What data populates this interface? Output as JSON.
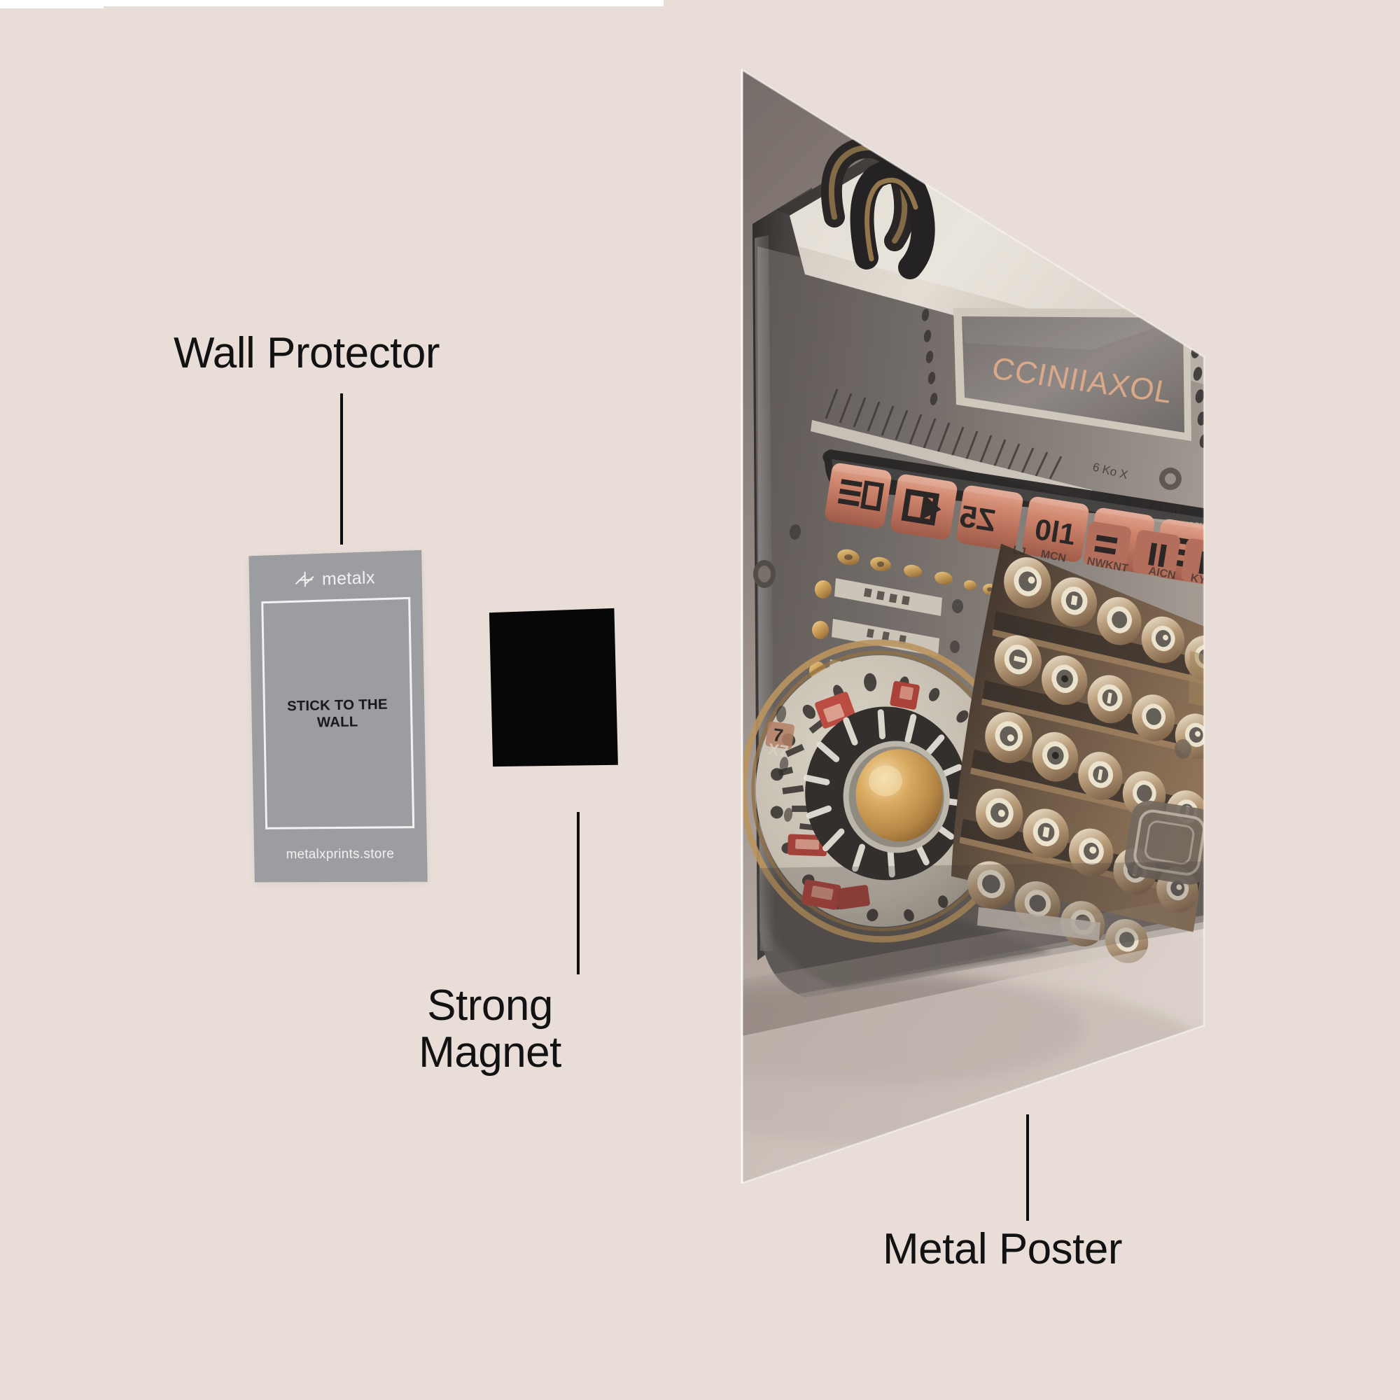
{
  "scene": {
    "background_color": "#e8ded7",
    "label_color": "#121212",
    "leader_line_color": "#0d0d0d"
  },
  "labels": {
    "wall_protector": "Wall Protector",
    "strong_magnet": "Strong\nMagnet",
    "metal_poster": "Metal Poster"
  },
  "wall_protector_card": {
    "brand": "metalx",
    "brand_mark_icon": "metalx-cross-icon",
    "headline": "STICK TO THE WALL",
    "url": "metalxprints.store",
    "card_color": "#9b9da0",
    "text_color": "#f2f2f2",
    "headline_color": "#16181a"
  },
  "magnet": {
    "color": "#070707",
    "shape": "rectangle"
  },
  "poster_artwork": {
    "subject": "vintage retro radio control panel",
    "display_text": "CCINIIAXOL",
    "display_text_color": "#d9a78a",
    "panel_color": "#6b6461",
    "button_color": "#c87a63",
    "accent_gold": "#c39a5e",
    "key_color": "#8d6a4e",
    "dial_face_color": "#c9c2b4",
    "dial_marker_color": "#b03a33",
    "knob_color": "#c79552",
    "body_dark": "#3b3633",
    "body_light": "#cfc9c0"
  }
}
